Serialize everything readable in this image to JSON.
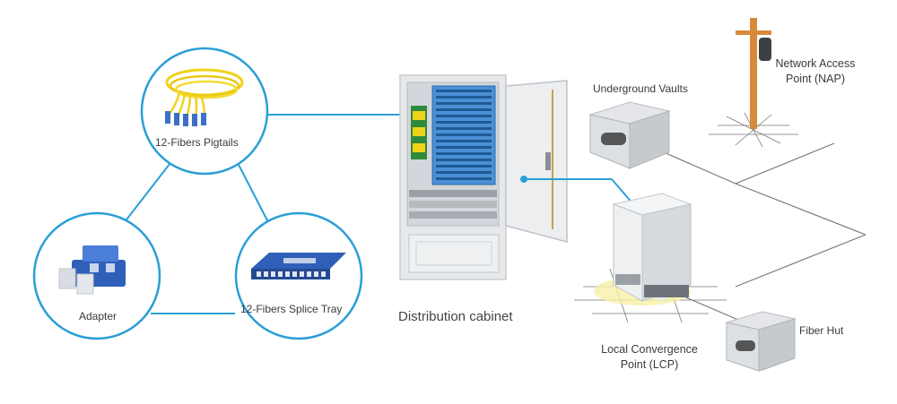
{
  "components": {
    "pigtails": {
      "label": "12-Fibers Pigtails"
    },
    "adapter": {
      "label": "Adapter"
    },
    "splice_tray": {
      "label": "12-Fibers Splice Tray"
    }
  },
  "cabinet": {
    "label": "Distribution cabinet"
  },
  "network": {
    "underground_vaults": {
      "label": "Underground Vaults"
    },
    "nap": {
      "label": "Network Access Point (NAP)"
    },
    "lcp": {
      "label": "Local Convergence Point (LCP)"
    },
    "fiber_hut": {
      "label": "Fiber Hut"
    }
  },
  "colors": {
    "connector_blue": "#2a9fd6",
    "fiber_yellow": "#f1d21a",
    "adapter_blue": "#2f5fb8",
    "cabinet_grey": "#e6e8ea",
    "pole_orange": "#d88a3a",
    "link_grey": "#777777"
  }
}
